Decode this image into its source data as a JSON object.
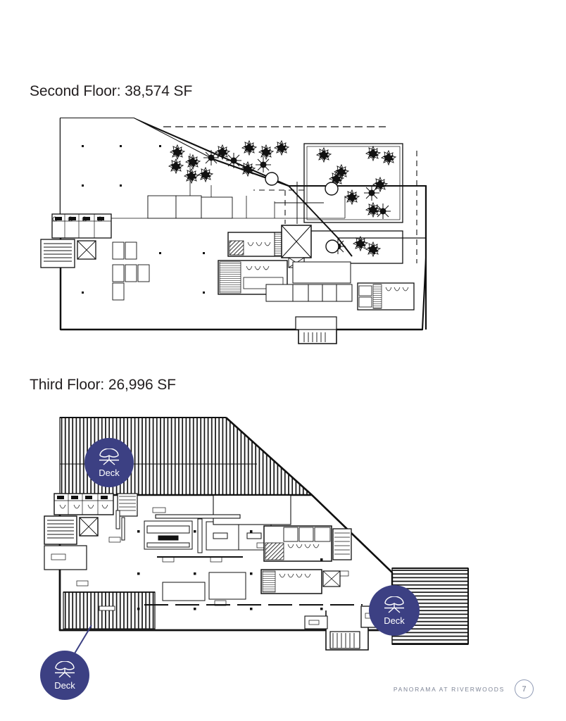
{
  "page": {
    "background_color": "#ffffff",
    "text_color": "#231f20"
  },
  "sections": [
    {
      "id": "second-floor",
      "title": "Second Floor: 38,574 SF",
      "floor_name": "Second Floor",
      "area": "38,574 SF"
    },
    {
      "id": "third-floor",
      "title": "Third Floor: 26,996 SF",
      "floor_name": "Third Floor",
      "area": "26,996 SF"
    }
  ],
  "deck_badges": [
    {
      "id": "third-topleft",
      "label": "Deck",
      "icon": "patio-umbrella-icon",
      "color": "#3c4083",
      "has_leader_line": false
    },
    {
      "id": "third-right",
      "label": "Deck",
      "icon": "patio-umbrella-icon",
      "color": "#3c4083",
      "has_leader_line": false
    },
    {
      "id": "third-bottomleft",
      "label": "Deck",
      "icon": "patio-umbrella-icon",
      "color": "#3c4083",
      "has_leader_line": true
    }
  ],
  "footer": {
    "brand": "PANORAMA AT RIVERWOODS",
    "page_number": "7",
    "brand_color": "#7d8496",
    "circle_color": "#8f9ab4"
  }
}
